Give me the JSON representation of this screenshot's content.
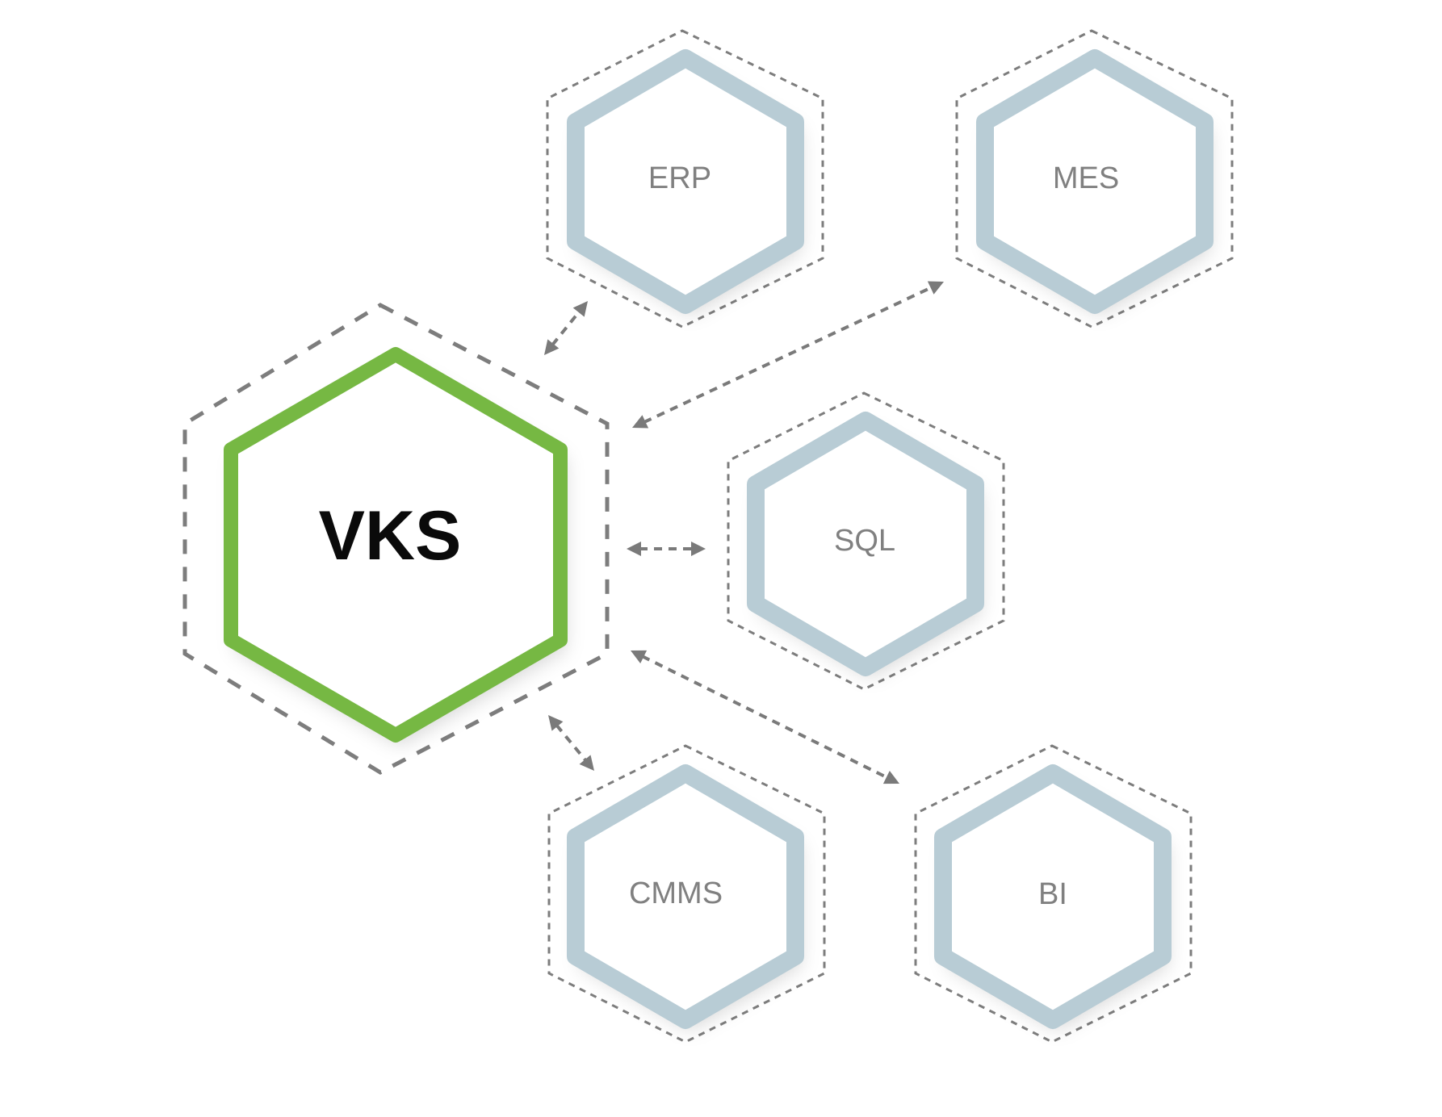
{
  "diagram": {
    "center_node": {
      "label": "VKS",
      "ring_color": "#76b843"
    },
    "nodes": [
      {
        "id": "erp",
        "label": "ERP",
        "ring_color": "#b8ccd5"
      },
      {
        "id": "mes",
        "label": "MES",
        "ring_color": "#b8ccd5"
      },
      {
        "id": "sql",
        "label": "SQL",
        "ring_color": "#b8ccd5"
      },
      {
        "id": "cmms",
        "label": "CMMS",
        "ring_color": "#b8ccd5"
      },
      {
        "id": "bi",
        "label": "BI",
        "ring_color": "#b8ccd5"
      }
    ],
    "connections": [
      {
        "from": "VKS",
        "to": "ERP",
        "style": "dashed-bidirectional"
      },
      {
        "from": "VKS",
        "to": "MES",
        "style": "dashed-bidirectional"
      },
      {
        "from": "VKS",
        "to": "SQL",
        "style": "dashed-bidirectional"
      },
      {
        "from": "VKS",
        "to": "CMMS",
        "style": "dashed-bidirectional"
      },
      {
        "from": "VKS",
        "to": "BI",
        "style": "dashed-bidirectional"
      }
    ],
    "colors": {
      "accent": "#76b843",
      "node_ring": "#b8ccd5",
      "connector": "#7a7a7a",
      "label": "#808080",
      "center_label": "#0a0a0a"
    }
  }
}
